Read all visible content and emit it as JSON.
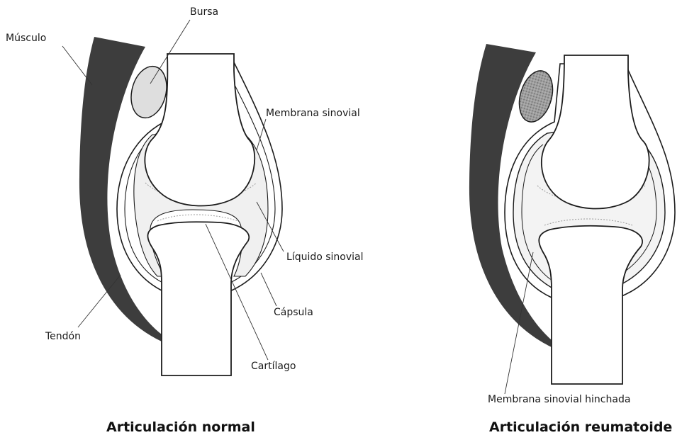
{
  "left_diagram": {
    "caption": "Articulación normal",
    "labels": {
      "musculo": "Músculo",
      "bursa": "Bursa",
      "membrana_sinovial": "Membrana sinovial",
      "liquido_sinovial": "Líquido sinovial",
      "capsula": "Cápsula",
      "tendon": "Tendón",
      "cartilago": "Cartílago"
    }
  },
  "right_diagram": {
    "caption": "Articulación reumatoide",
    "labels": {
      "membrana_sinovial_hinchada": "Membrana sinovial hinchada"
    }
  },
  "colors": {
    "muscle": "#3d3d3d",
    "outline": "#1c1c1c",
    "synovial_fluid": "#f1f1f1",
    "bursa_normal": "#dcdcdc",
    "bursa_inflamed": "#8c8c8c"
  }
}
